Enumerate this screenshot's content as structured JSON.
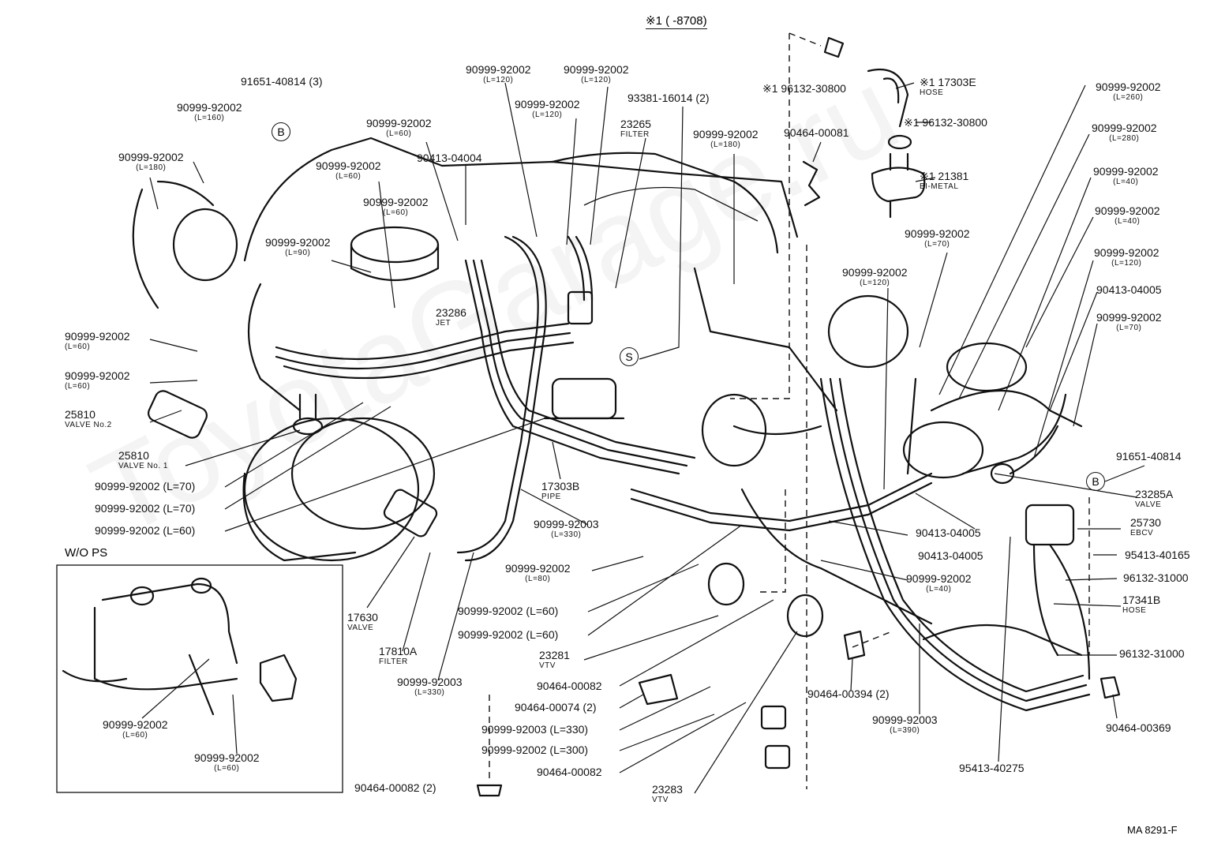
{
  "header": "※1 (      -8708)",
  "inset_title": "W/O PS",
  "drawing_ref": "MA 8291-F",
  "watermark": "ToyotaGarage.ru",
  "markers": {
    "b": "B",
    "s": "S"
  },
  "labels": [
    {
      "id": "l01",
      "part": "91651-40814 (3)"
    },
    {
      "id": "l02",
      "part": "90999-92002",
      "sub": "(L=160)"
    },
    {
      "id": "l03",
      "part": "90999-92002",
      "sub": "(L=180)"
    },
    {
      "id": "l04",
      "part": "90999-92002",
      "sub": "(L=60)"
    },
    {
      "id": "l05",
      "part": "90999-92002",
      "sub": "(L=60)"
    },
    {
      "id": "l06",
      "part": "90999-92002",
      "sub": "(L=90)"
    },
    {
      "id": "l07",
      "part": "90999-92002",
      "sub": "(L=120)"
    },
    {
      "id": "l08",
      "part": "90999-92002",
      "sub": "(L=120)"
    },
    {
      "id": "l09",
      "part": "90999-92002",
      "sub": "(L=120)"
    },
    {
      "id": "l10",
      "part": "90999-92002",
      "sub": "(L=60)"
    },
    {
      "id": "l11",
      "part": "90413-04004"
    },
    {
      "id": "l12",
      "part": "93381-16014 (2)"
    },
    {
      "id": "l13",
      "part": "23265",
      "sub": "FILTER"
    },
    {
      "id": "l14",
      "part": "90999-92002",
      "sub": "(L=180)"
    },
    {
      "id": "l15",
      "part": "90464-00081"
    },
    {
      "id": "l16",
      "part": "※1 96132-30800"
    },
    {
      "id": "l17",
      "part": "※1 17303E",
      "sub": "HOSE"
    },
    {
      "id": "l18",
      "part": "※1 96132-30800"
    },
    {
      "id": "l19",
      "part": "※1 21381",
      "sub": "BI-METAL"
    },
    {
      "id": "l20",
      "part": "90999-92002",
      "sub": "(L=260)"
    },
    {
      "id": "l21",
      "part": "90999-92002",
      "sub": "(L=280)"
    },
    {
      "id": "l22",
      "part": "90999-92002",
      "sub": "(L=40)"
    },
    {
      "id": "l23",
      "part": "90999-92002",
      "sub": "(L=40)"
    },
    {
      "id": "l24",
      "part": "90999-92002",
      "sub": "(L=120)"
    },
    {
      "id": "l25",
      "part": "90413-04005"
    },
    {
      "id": "l26",
      "part": "90999-92002",
      "sub": "(L=70)"
    },
    {
      "id": "l27",
      "part": "90999-92002",
      "sub": "(L=70)"
    },
    {
      "id": "l28",
      "part": "90999-92002",
      "sub": "(L=120)"
    },
    {
      "id": "l29",
      "part": "90999-92002",
      "sub": "(L=60)"
    },
    {
      "id": "l30",
      "part": "90999-92002",
      "sub": "(L=60)"
    },
    {
      "id": "l31",
      "part": "23286",
      "sub": "JET"
    },
    {
      "id": "l32",
      "part": "25810",
      "sub": "VALVE No.2"
    },
    {
      "id": "l33",
      "part": "25810",
      "sub": "VALVE No. 1"
    },
    {
      "id": "l34",
      "part": "90999-92002 (L=70)"
    },
    {
      "id": "l35",
      "part": "90999-92002 (L=70)"
    },
    {
      "id": "l36",
      "part": "90999-92002 (L=60)"
    },
    {
      "id": "l37",
      "part": "17303B",
      "sub": "PIPE"
    },
    {
      "id": "l38",
      "part": "90999-92003",
      "sub": "(L=330)"
    },
    {
      "id": "l39",
      "part": "90999-92002",
      "sub": "(L=80)"
    },
    {
      "id": "l40",
      "part": "90999-92002 (L=60)"
    },
    {
      "id": "l41",
      "part": "90999-92002 (L=60)"
    },
    {
      "id": "l42",
      "part": "23281",
      "sub": "VTV"
    },
    {
      "id": "l43",
      "part": "90464-00082"
    },
    {
      "id": "l44",
      "part": "90464-00074 (2)"
    },
    {
      "id": "l45",
      "part": "90999-92003 (L=330)"
    },
    {
      "id": "l46",
      "part": "90999-92002 (L=300)"
    },
    {
      "id": "l47",
      "part": "90464-00082"
    },
    {
      "id": "l48",
      "part": "23283",
      "sub": "VTV"
    },
    {
      "id": "l49",
      "part": "90464-00082 (2)"
    },
    {
      "id": "l50",
      "part": "17630",
      "sub": "VALVE"
    },
    {
      "id": "l51",
      "part": "17810A",
      "sub": "FILTER"
    },
    {
      "id": "l52",
      "part": "90999-92003",
      "sub": "(L=330)"
    },
    {
      "id": "l53",
      "part": "90999-92002",
      "sub": "(L=60)"
    },
    {
      "id": "l54",
      "part": "90999-92002",
      "sub": "(L=60)"
    },
    {
      "id": "l55",
      "part": "91651-40814"
    },
    {
      "id": "l56",
      "part": "23285A",
      "sub": "VALVE"
    },
    {
      "id": "l57",
      "part": "90413-04005"
    },
    {
      "id": "l58",
      "part": "25730",
      "sub": "EBCV"
    },
    {
      "id": "l59",
      "part": "95413-40165"
    },
    {
      "id": "l60",
      "part": "96132-31000"
    },
    {
      "id": "l61",
      "part": "90413-04005"
    },
    {
      "id": "l62",
      "part": "17341B",
      "sub": "HOSE"
    },
    {
      "id": "l63",
      "part": "90999-92002",
      "sub": "(L=40)"
    },
    {
      "id": "l64",
      "part": "96132-31000"
    },
    {
      "id": "l65",
      "part": "90464-00394 (2)"
    },
    {
      "id": "l66",
      "part": "90999-92003",
      "sub": "(L=390)"
    },
    {
      "id": "l67",
      "part": "90464-00369"
    },
    {
      "id": "l68",
      "part": "95413-40275"
    }
  ]
}
